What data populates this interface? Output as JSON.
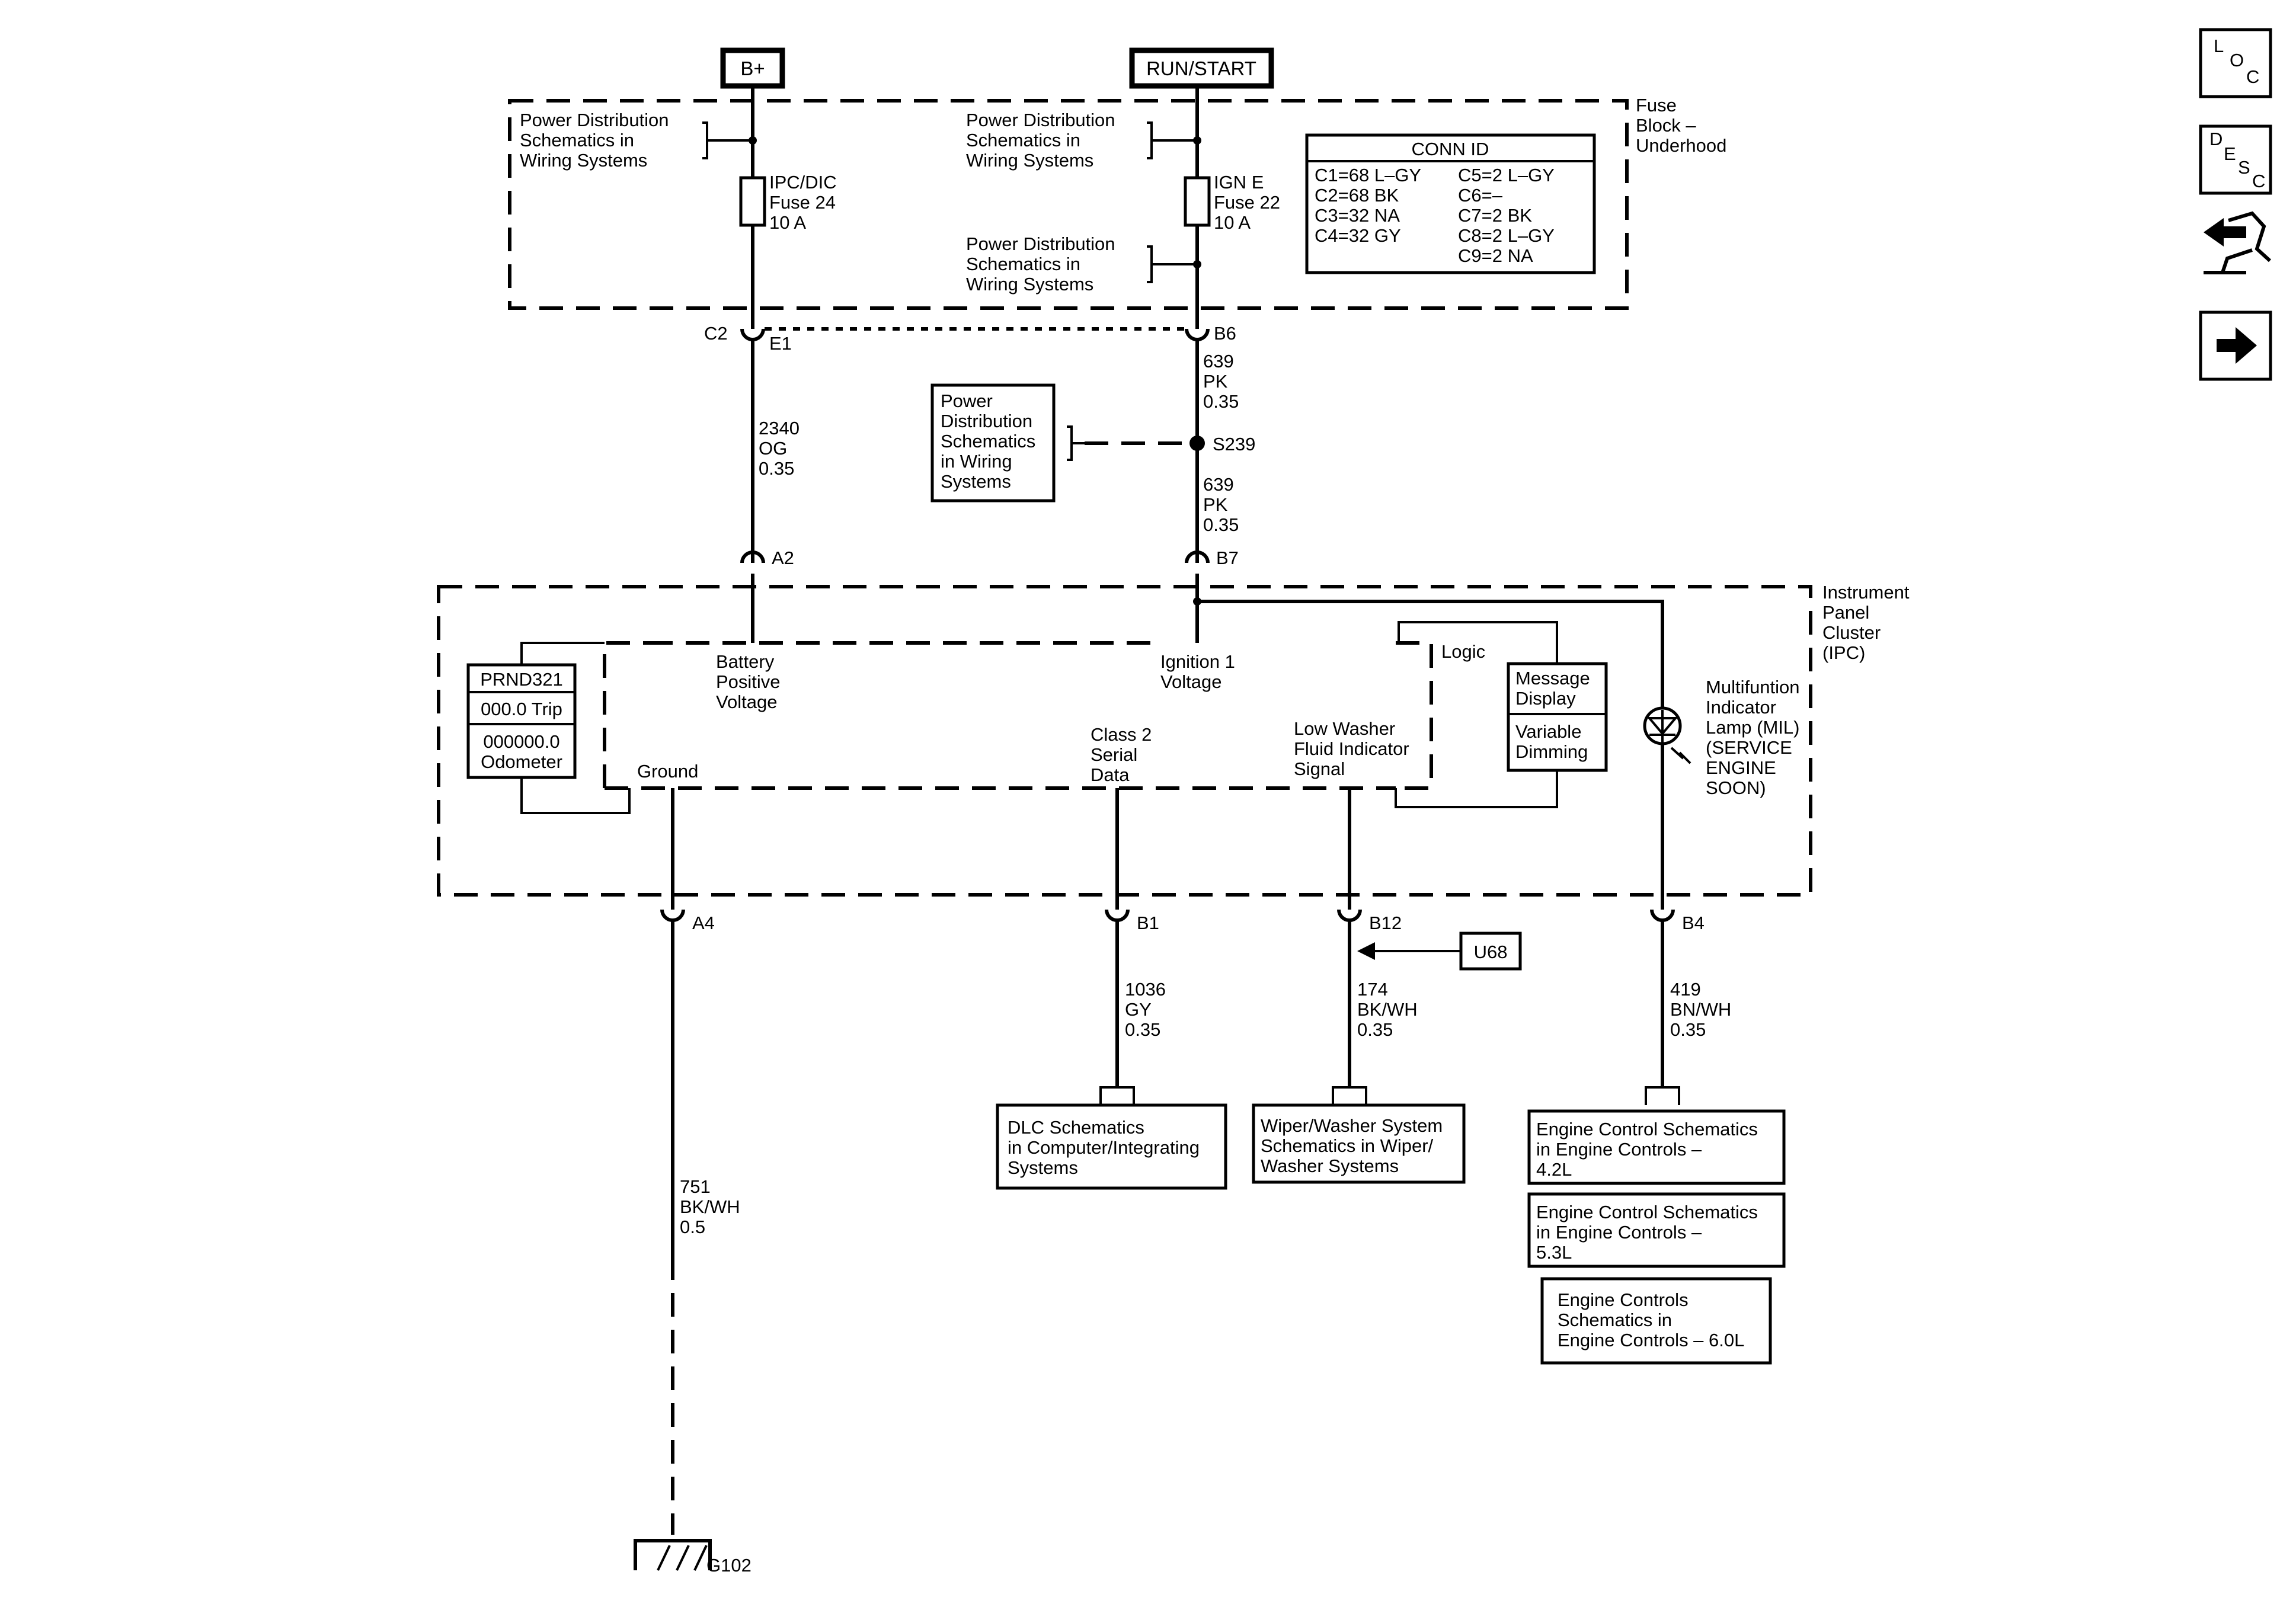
{
  "power_sources": {
    "bplus": "B+",
    "run_start": "RUN/START"
  },
  "fuse_block": {
    "label": [
      "Fuse",
      "Block –",
      "Underhood"
    ],
    "power_dist_note": [
      "Power Distribution",
      "Schematics in",
      "Wiring Systems"
    ],
    "fuse_left": [
      "IPC/DIC",
      "Fuse 24",
      "10 A"
    ],
    "fuse_right": [
      "IGN E",
      "Fuse 22",
      "10 A"
    ],
    "conn_id": {
      "title": "CONN ID",
      "left": [
        "C1=68 L–GY",
        "C2=68 BK",
        "C3=32 NA",
        "C4=32 GY"
      ],
      "right": [
        "C5=2 L–GY",
        "C6=–",
        "C7=2 BK",
        "C8=2 L–GY",
        "C9=2 NA"
      ]
    }
  },
  "connectors": {
    "c2": "C2",
    "e1": "E1",
    "b6": "B6",
    "a2": "A2",
    "b7": "B7",
    "a4": "A4",
    "b1": "B1",
    "b12": "B12",
    "b4": "B4"
  },
  "splice": {
    "name": "S239",
    "note": [
      "Power",
      "Distribution",
      "Schematics",
      "in Wiring",
      "Systems"
    ]
  },
  "wires": {
    "w2340": [
      "2340",
      "OG",
      "0.35"
    ],
    "w639a": [
      "639",
      "PK",
      "0.35"
    ],
    "w639b": [
      "639",
      "PK",
      "0.35"
    ],
    "w1036": [
      "1036",
      "GY",
      "0.35"
    ],
    "w174": [
      "174",
      "BK/WH",
      "0.35"
    ],
    "w419": [
      "419",
      "BN/WH",
      "0.35"
    ],
    "w751": [
      "751",
      "BK/WH",
      "0.5"
    ]
  },
  "ipc": {
    "label": [
      "Instrument",
      "Panel",
      "Cluster",
      "(IPC)"
    ],
    "battery_positive": [
      "Battery",
      "Positive",
      "Voltage"
    ],
    "ignition": [
      "Ignition 1",
      "Voltage"
    ],
    "logic": "Logic",
    "message_display": [
      "Message",
      "Display"
    ],
    "variable_dimming": [
      "Variable",
      "Dimming"
    ],
    "prnd": "PRND321",
    "trip": "000.0 Trip",
    "odometer": [
      "000000.0",
      "Odometer"
    ],
    "ground": "Ground",
    "class2": [
      "Class 2",
      "Serial",
      "Data"
    ],
    "low_washer": [
      "Low Washer",
      "Fluid Indicator",
      "Signal"
    ],
    "mil": [
      "Multifuntion",
      "Indicator",
      "Lamp (MIL)",
      "(SERVICE",
      "ENGINE",
      "SOON)"
    ]
  },
  "option_code": "U68",
  "destinations": {
    "dlc": [
      "DLC Schematics",
      "in Computer/Integrating",
      "Systems"
    ],
    "wiper": [
      "Wiper/Washer System",
      "Schematics in Wiper/",
      "Washer Systems"
    ],
    "engine42": [
      "Engine Control Schematics",
      "in Engine Controls –",
      "4.2L"
    ],
    "engine53": [
      "Engine Control Schematics",
      "in Engine Controls –",
      "5.3L"
    ],
    "engine60": [
      "Engine Controls",
      "Schematics in",
      "Engine Controls – 6.0L"
    ]
  },
  "ground_name": "G102",
  "nav": {
    "loc": [
      "L",
      "O",
      "C"
    ],
    "desc": [
      "D",
      "E",
      "S",
      "C"
    ],
    "icons": [
      "loc-icon",
      "desc-icon",
      "connector-tool-icon",
      "next-arrow-icon"
    ]
  }
}
